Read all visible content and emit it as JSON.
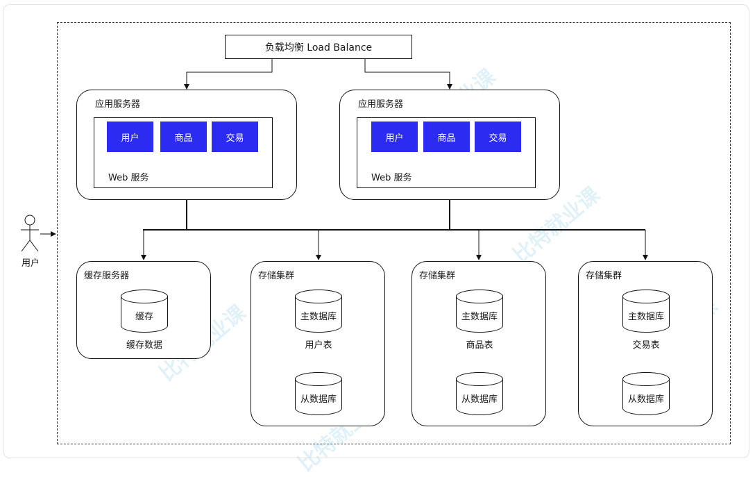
{
  "load_balancer": "负载均衡 Load Balance",
  "app_servers": [
    {
      "title": "应用服务器",
      "modules": [
        "用户",
        "商品",
        "交易"
      ],
      "web_label": "Web 服务"
    },
    {
      "title": "应用服务器",
      "modules": [
        "用户",
        "商品",
        "交易"
      ],
      "web_label": "Web 服务"
    }
  ],
  "cache_server": {
    "title": "缓存服务器",
    "db": "缓存",
    "caption": "缓存数据"
  },
  "storage_clusters": [
    {
      "title": "存储集群",
      "master": "主数据库",
      "table": "用户表",
      "slave": "从数据库"
    },
    {
      "title": "存储集群",
      "master": "主数据库",
      "table": "商品表",
      "slave": "从数据库"
    },
    {
      "title": "存储集群",
      "master": "主数据库",
      "table": "交易表",
      "slave": "从数据库"
    }
  ],
  "user_label": "用户",
  "watermark_text": "比特就业课",
  "colors": {
    "module_fill": "#2b2bf2",
    "module_text": "#ffffff",
    "line": "#111111"
  }
}
